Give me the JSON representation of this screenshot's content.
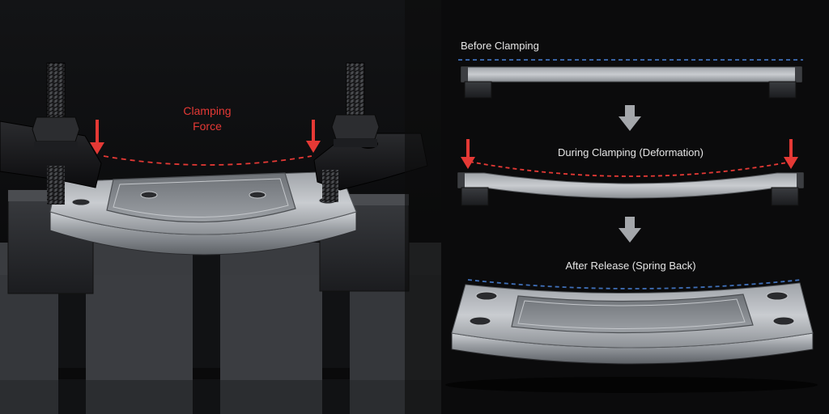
{
  "left_panel": {
    "force_label_line1": "Clamping",
    "force_label_line2": "Force"
  },
  "right_panel": {
    "stage1_label": "Before Clamping",
    "stage2_label": "During Clamping (Deformation)",
    "stage3_label": "After Release (Spring Back)"
  },
  "colors": {
    "force_red": "#e53935",
    "reference_blue": "#3f6fb8",
    "steel": "#a9adb2",
    "background": "#0b0b0c"
  },
  "icons": [
    "bolt-icon",
    "arrow-down-icon"
  ]
}
